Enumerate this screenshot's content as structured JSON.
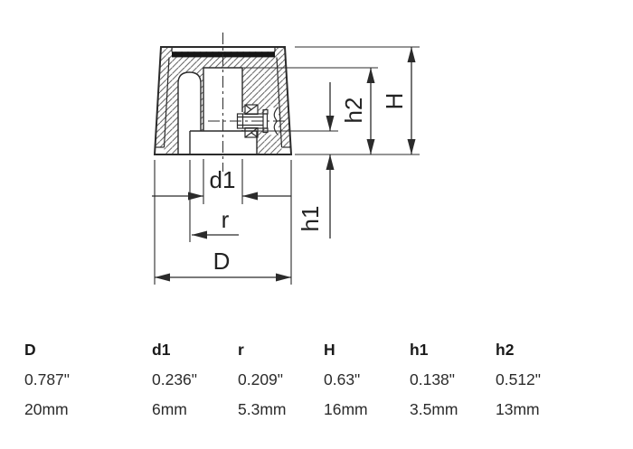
{
  "drawing": {
    "dim_labels": {
      "D": "D",
      "d1": "d1",
      "r": "r",
      "H": "H",
      "h1": "h1",
      "h2": "h2"
    }
  },
  "table": {
    "columns": [
      {
        "label": "D",
        "inches": "0.787\"",
        "mm": "20mm"
      },
      {
        "label": "d1",
        "inches": "0.236\"",
        "mm": "6mm"
      },
      {
        "label": "r",
        "inches": "0.209\"",
        "mm": "5.3mm"
      },
      {
        "label": "H",
        "inches": "0.63\"",
        "mm": "16mm"
      },
      {
        "label": "h1",
        "inches": "0.138\"",
        "mm": "3.5mm"
      },
      {
        "label": "h2",
        "inches": "0.512\"",
        "mm": "13mm"
      }
    ]
  },
  "colors": {
    "line": "#2b2b2b",
    "text": "#1a1a1a",
    "cap_bar": "#161616"
  }
}
